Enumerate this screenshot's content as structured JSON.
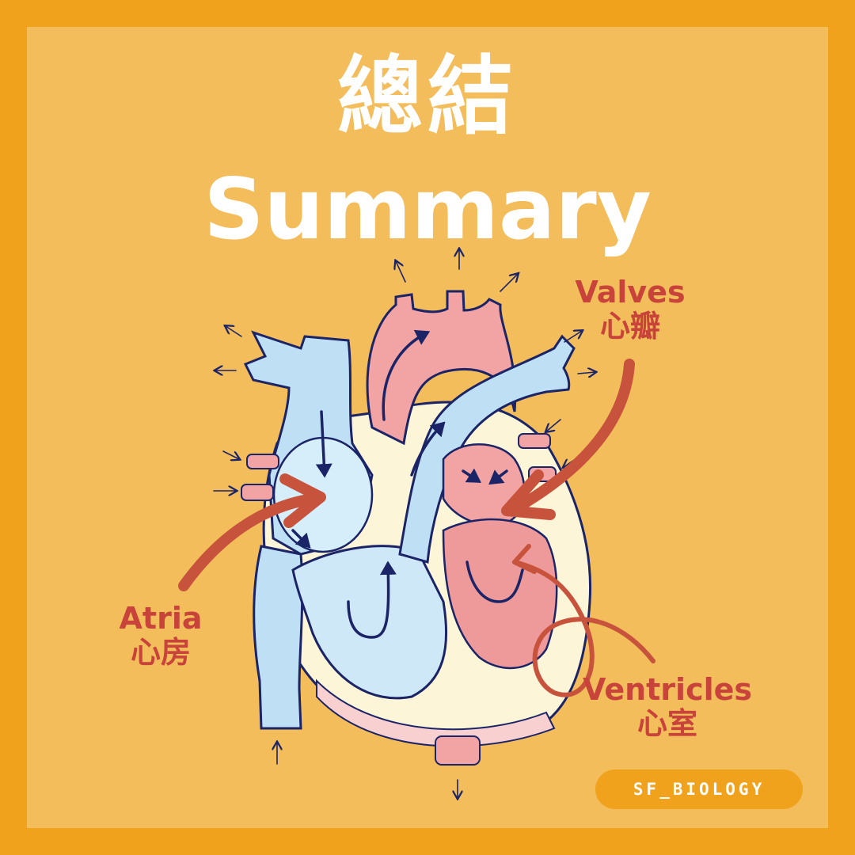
{
  "title": {
    "chinese": "總結",
    "english": "Summary"
  },
  "labels": {
    "valves": {
      "english": "Valves",
      "chinese": "心瓣"
    },
    "atria": {
      "english": "Atria",
      "chinese": "心房"
    },
    "ventricles": {
      "english": "Ventricles",
      "chinese": "心室"
    }
  },
  "badge": {
    "text": "SF_BIOLOGY"
  },
  "colors": {
    "border": "#F0A21C",
    "background": "#F4BD5C",
    "title": "#FFFFFF",
    "label": "#C8433A",
    "pointer": "#C8533C",
    "deoxygenated_blood": "#BFE0F4",
    "oxygenated_blood": "#F2A3A3",
    "outline": "#1B2466"
  },
  "icons": [
    "heart-diagram",
    "flow-arrow-icon",
    "pointer-arrow-icon"
  ]
}
